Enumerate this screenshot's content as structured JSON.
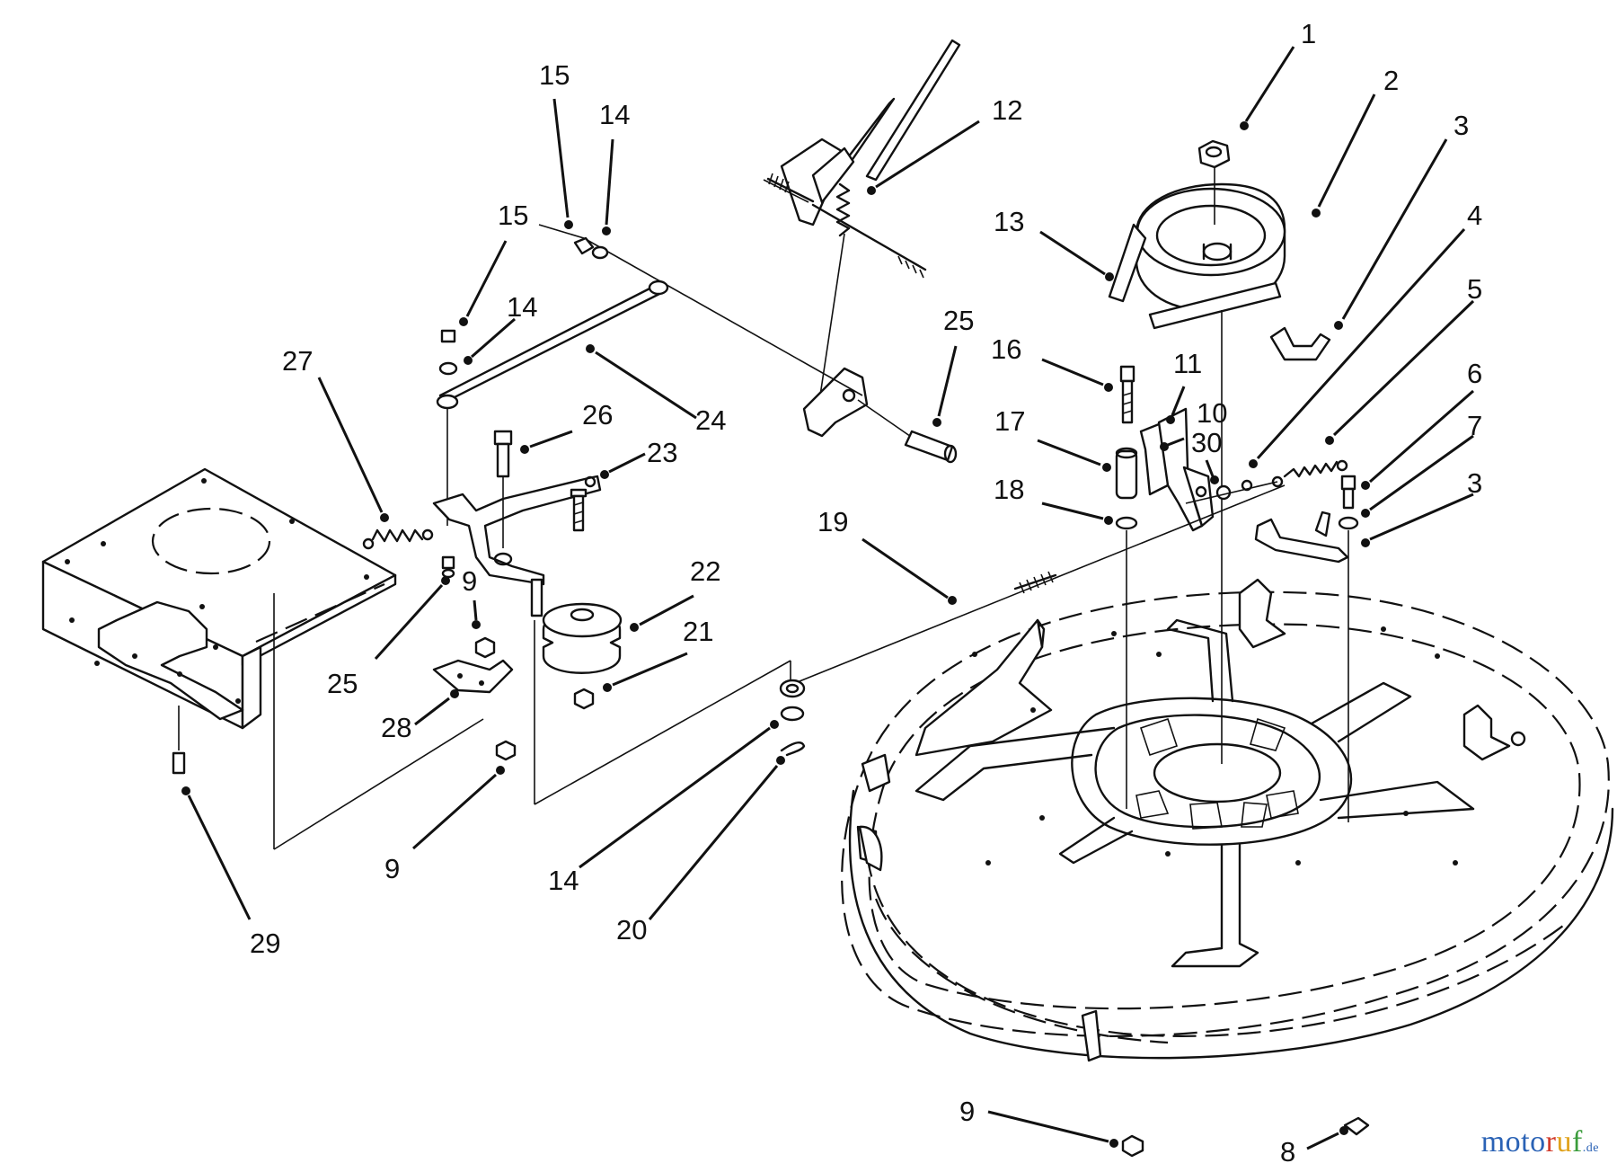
{
  "diagram": {
    "callouts": [
      {
        "id": "c1",
        "label": "1"
      },
      {
        "id": "c2",
        "label": "2"
      },
      {
        "id": "c3a",
        "label": "3"
      },
      {
        "id": "c4",
        "label": "4"
      },
      {
        "id": "c5",
        "label": "5"
      },
      {
        "id": "c6",
        "label": "6"
      },
      {
        "id": "c7",
        "label": "7"
      },
      {
        "id": "c3b",
        "label": "3"
      },
      {
        "id": "c12",
        "label": "12"
      },
      {
        "id": "c13",
        "label": "13"
      },
      {
        "id": "c11",
        "label": "11"
      },
      {
        "id": "c10",
        "label": "10"
      },
      {
        "id": "c30",
        "label": "30"
      },
      {
        "id": "c16",
        "label": "16"
      },
      {
        "id": "c17",
        "label": "17"
      },
      {
        "id": "c18",
        "label": "18"
      },
      {
        "id": "c25a",
        "label": "25"
      },
      {
        "id": "c15a",
        "label": "15"
      },
      {
        "id": "c14a",
        "label": "14"
      },
      {
        "id": "c15b",
        "label": "15"
      },
      {
        "id": "c14b",
        "label": "14"
      },
      {
        "id": "c24",
        "label": "24"
      },
      {
        "id": "c26",
        "label": "26"
      },
      {
        "id": "c23",
        "label": "23"
      },
      {
        "id": "c27",
        "label": "27"
      },
      {
        "id": "c19",
        "label": "19"
      },
      {
        "id": "c22",
        "label": "22"
      },
      {
        "id": "c21",
        "label": "21"
      },
      {
        "id": "c9a",
        "label": "9"
      },
      {
        "id": "c25b",
        "label": "25"
      },
      {
        "id": "c28",
        "label": "28"
      },
      {
        "id": "c9b",
        "label": "9"
      },
      {
        "id": "c29",
        "label": "29"
      },
      {
        "id": "c14c",
        "label": "14"
      },
      {
        "id": "c20",
        "label": "20"
      },
      {
        "id": "c9c",
        "label": "9"
      },
      {
        "id": "c8",
        "label": "8"
      }
    ]
  },
  "watermark": {
    "part1": "moto",
    "letters": [
      "r",
      "u",
      "f",
      ""
    ],
    "tld": ".de"
  }
}
